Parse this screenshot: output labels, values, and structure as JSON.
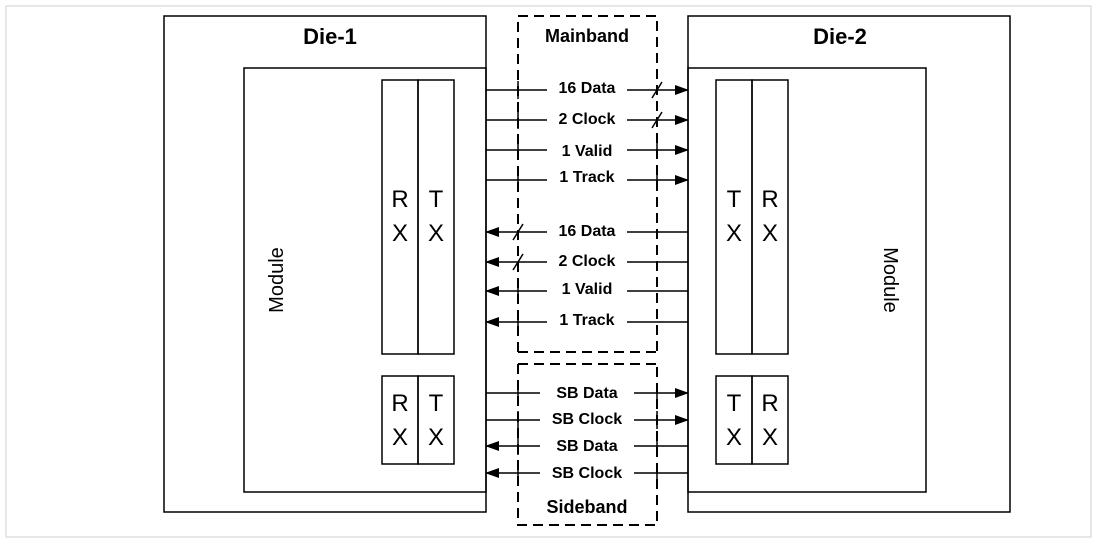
{
  "die1": {
    "title": "Die-1",
    "module_label": "Module"
  },
  "die2": {
    "title": "Die-2",
    "module_label": "Module"
  },
  "mainband": {
    "title": "Mainband",
    "tx_signals": [
      "16 Data",
      "2 Clock",
      "1 Valid",
      "1 Track"
    ],
    "rx_signals": [
      "16 Data",
      "2 Clock",
      "1 Valid",
      "1 Track"
    ]
  },
  "sideband": {
    "title": "Sideband",
    "tx_signals": [
      "SB Data",
      "SB Clock"
    ],
    "rx_signals": [
      "SB Data",
      "SB Clock"
    ]
  },
  "lanes": {
    "rx_top": "R",
    "rx_bottom": "X",
    "tx_top": "T",
    "tx_bottom": "X"
  },
  "colors": {
    "line": "#000000",
    "frame": "#cfcfcf",
    "background": "#ffffff"
  }
}
